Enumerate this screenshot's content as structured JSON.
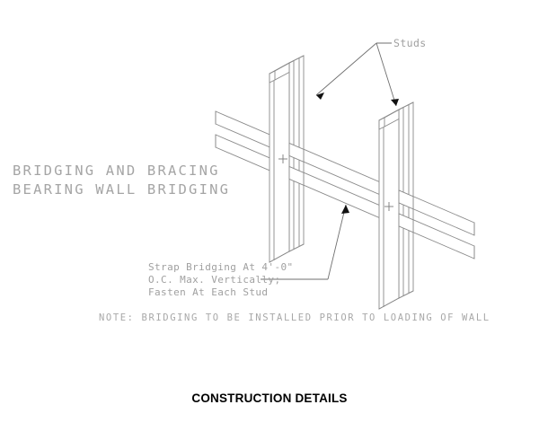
{
  "sheet": {
    "title": "CONSTRUCTION DETAILS",
    "background_color": "#ffffff",
    "line_color": "#8a8a8a",
    "text_color": "#a0a0a0",
    "title_color": "#000000"
  },
  "detail": {
    "heading_line_1": "BRIDGING AND BRACING",
    "heading_line_2": "BEARING WALL BRIDGING",
    "note": "NOTE: BRIDGING TO BE INSTALLED PRIOR TO LOADING OF WALL"
  },
  "callouts": {
    "studs": {
      "label": "Studs"
    },
    "strap": {
      "line_1": "Strap Bridging At 4'-0\"",
      "line_2": "O.C. Max. Vertically;",
      "line_3": "Fasten At Each Stud"
    }
  },
  "geometry": {
    "stud_count": 2,
    "strap_count": 2,
    "fastener_marks": 2,
    "projection": "isometric",
    "stud_section": "C-channel"
  }
}
